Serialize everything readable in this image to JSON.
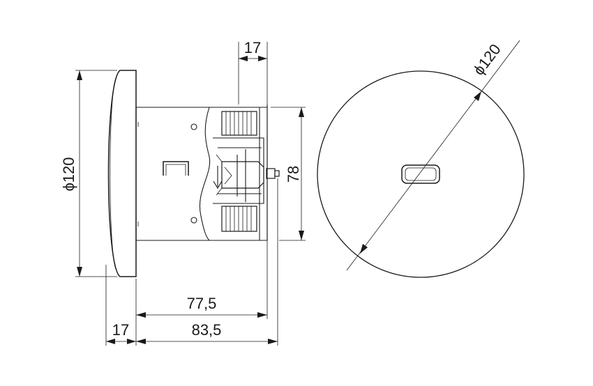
{
  "side_view": {
    "diameter_label": "ϕ120",
    "depth_label": "78",
    "top_width_label": "17",
    "body_length_label": "77,5",
    "total_length_label": "83,5",
    "flange_label": "17"
  },
  "front_view": {
    "diameter_label": "ϕ120"
  }
}
